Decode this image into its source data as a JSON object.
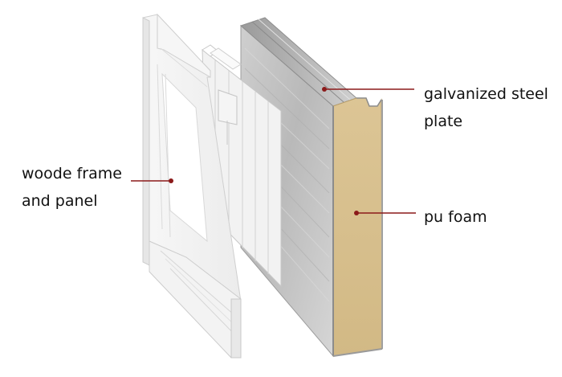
{
  "labels": {
    "steel_line1": "galvanized steel",
    "steel_line2": "plate",
    "foam": "pu foam",
    "wood_line1": "woode frame",
    "wood_line2": "and panel"
  },
  "colors": {
    "leader": "#8b1a1a",
    "foam": "#d8c08e",
    "steel": "#c4c4c4",
    "frame": "#f4f4f4"
  }
}
